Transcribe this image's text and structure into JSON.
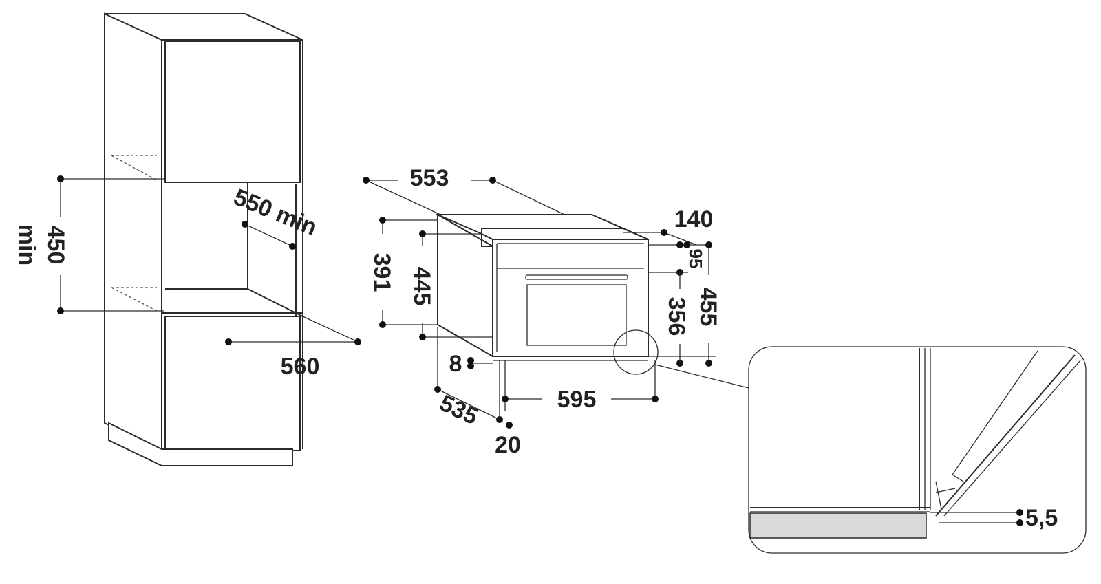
{
  "diagram": {
    "type": "built-in oven installation dimensions",
    "cabinet": {
      "niche_height": "450",
      "niche_height_suffix": "min",
      "niche_depth": "550 min",
      "niche_width": "560"
    },
    "oven": {
      "total_depth": "553",
      "top_recess": "140",
      "body_height": "391",
      "front_height": "445",
      "control_panel": "95",
      "cavity_height": "356",
      "door_height": "455",
      "bottom_gap": "8",
      "front_width": "595",
      "body_depth": "535",
      "door_thickness": "20"
    },
    "detail_zoom": {
      "gap": "5,5"
    }
  }
}
